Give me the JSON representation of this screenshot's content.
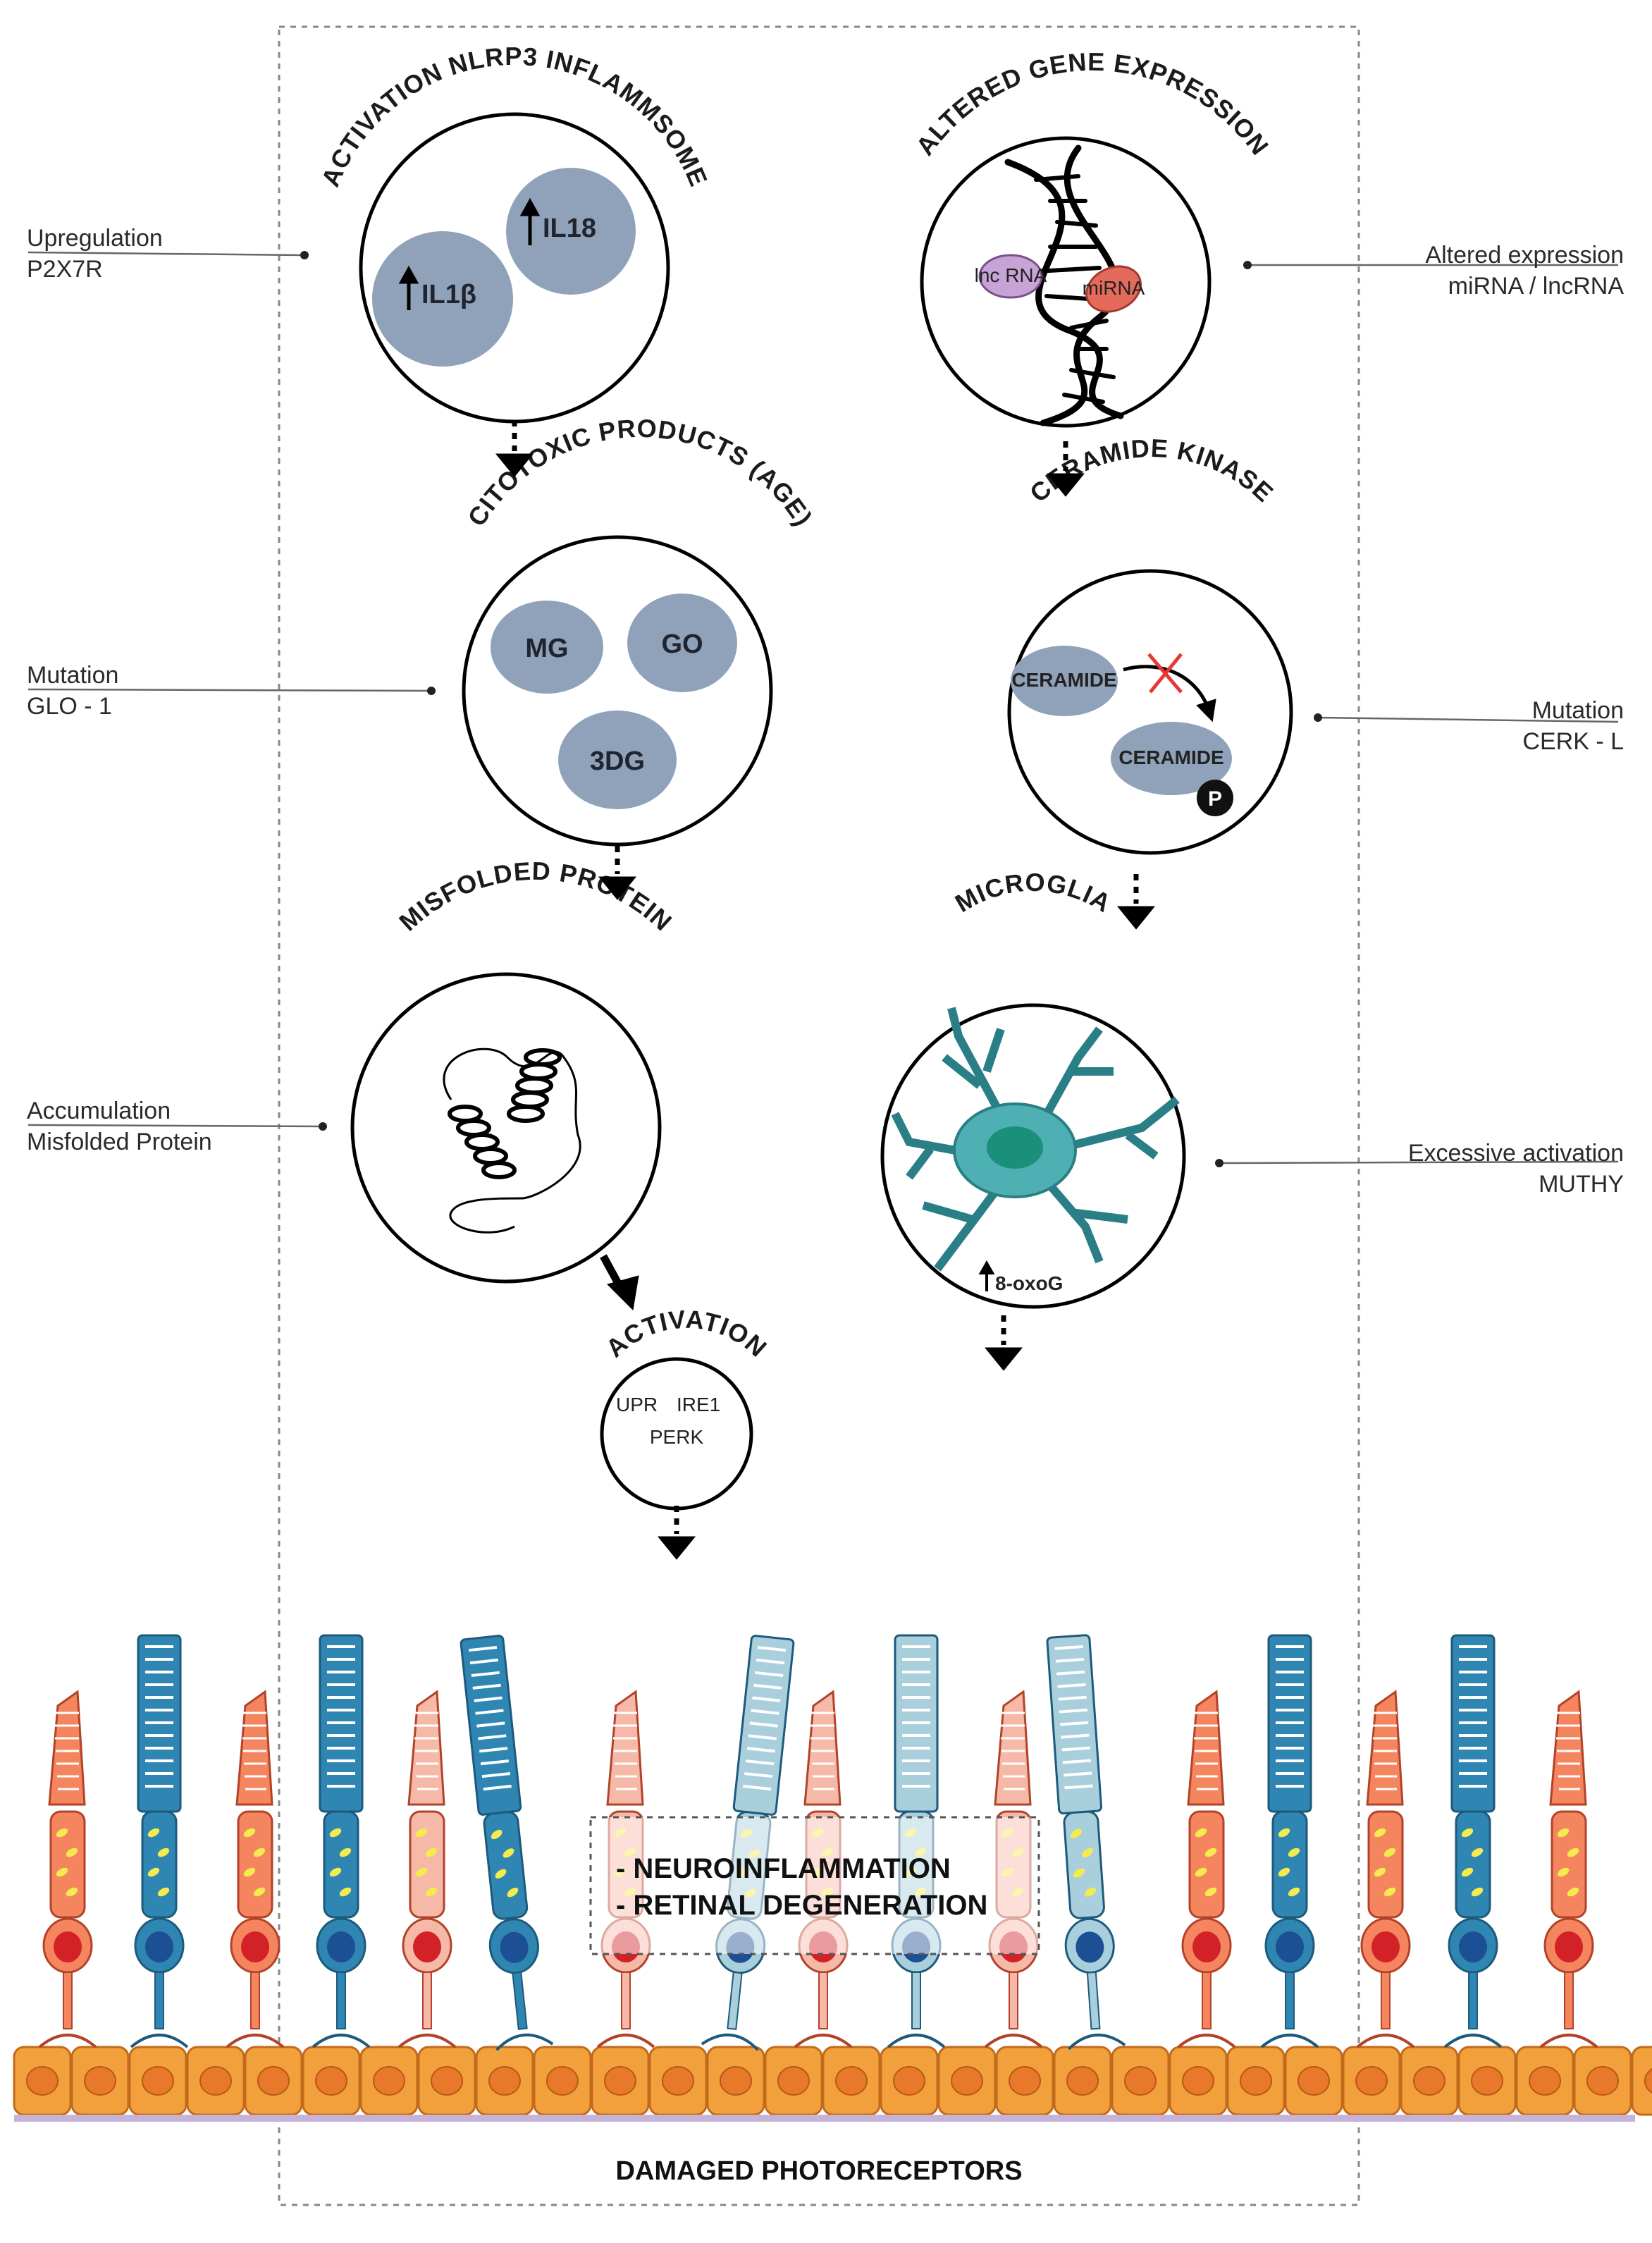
{
  "side_labels": {
    "p2x7r": {
      "line1": "Upregulation",
      "line2": "P2X7R"
    },
    "glo1": {
      "line1": "Mutation",
      "line2": "GLO - 1"
    },
    "misfolded": {
      "line1": "Accumulation",
      "line2": "Misfolded Protein"
    },
    "mirna": {
      "line1": "Altered expression",
      "line2": "miRNA / lncRNA"
    },
    "cerk": {
      "line1": "Mutation",
      "line2": "CERK - L"
    },
    "muthy": {
      "line1": "Excessive activation",
      "line2": "MUTHY"
    }
  },
  "circles": {
    "nlrp3": {
      "title": "ACTIVATION NLRP3 INFLAMMSOME",
      "il18": "IL18",
      "il1b": "IL1β"
    },
    "gene": {
      "title": "ALTERED GENE EXPRESSION",
      "lncrna": "lnc RNA",
      "mirna": "miRNA"
    },
    "citotoxic": {
      "title": "CITOTOXIC PRODUCTS (AGE)",
      "mg": "MG",
      "go": "GO",
      "dg": "3DG"
    },
    "ceramide": {
      "title": "CERAMIDE KINASE",
      "ceramide1": "CERAMIDE",
      "ceramide2": "CERAMIDE",
      "p": "P"
    },
    "misfolded": {
      "title": "MISFOLDED PROTEIN"
    },
    "microglia": {
      "title": "MICROGLIA",
      "oxog": "8-oxoG"
    },
    "activation": {
      "title": "ACTIVATION",
      "upr": "UPR",
      "ire1": "IRE1",
      "perk": "PERK"
    }
  },
  "outcomes": {
    "line1": "- NEUROINFLAMMATION",
    "line2": "- RETINAL DEGENERATION"
  },
  "footer": "DAMAGED PHOTORECEPTORS",
  "colors": {
    "blob": "#8fa2b9",
    "cone": "#f5855e",
    "cone_pale": "#f6b9a8",
    "rod": "#2f86b3",
    "rod_pale": "#a9cfdd",
    "rpe": "#f2a03c",
    "microglia": "#4fb0b4",
    "nucleus_red": "#d32128",
    "nucleus_blue": "#1c4f93",
    "mito": "#f4ec4e"
  }
}
